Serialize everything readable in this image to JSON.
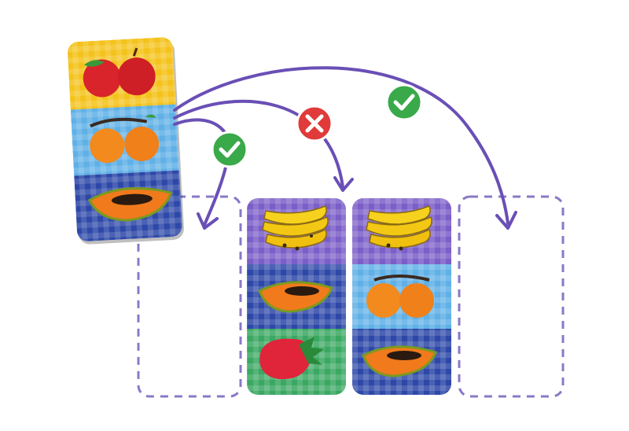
{
  "colors": {
    "arrow": "#6a4fb6",
    "slot_border": "#8a78c8",
    "check_badge": "#3aa94a",
    "cross_badge": "#e03a3a"
  },
  "placed_cards": [
    {
      "name": "held-card",
      "bands": [
        "apples",
        "oranges",
        "papaya"
      ],
      "band_colors": [
        "#f4c21a",
        "#5fb0e6",
        "#2d48a8"
      ]
    },
    {
      "name": "table-card-1",
      "bands": [
        "bananas",
        "papaya",
        "strawberry"
      ],
      "band_colors": [
        "#7c5ec8",
        "#2d48a8",
        "#3aa862"
      ]
    },
    {
      "name": "table-card-2",
      "bands": [
        "bananas",
        "oranges",
        "papaya"
      ],
      "band_colors": [
        "#7c5ec8",
        "#5fb0e6",
        "#2d48a8"
      ]
    }
  ],
  "moves": [
    {
      "target": "left-empty-slot",
      "result": "valid",
      "icon": "check-icon"
    },
    {
      "target": "table-card-1",
      "result": "invalid",
      "icon": "cross-icon"
    },
    {
      "target": "right-empty-slot",
      "result": "valid",
      "icon": "check-icon"
    }
  ]
}
